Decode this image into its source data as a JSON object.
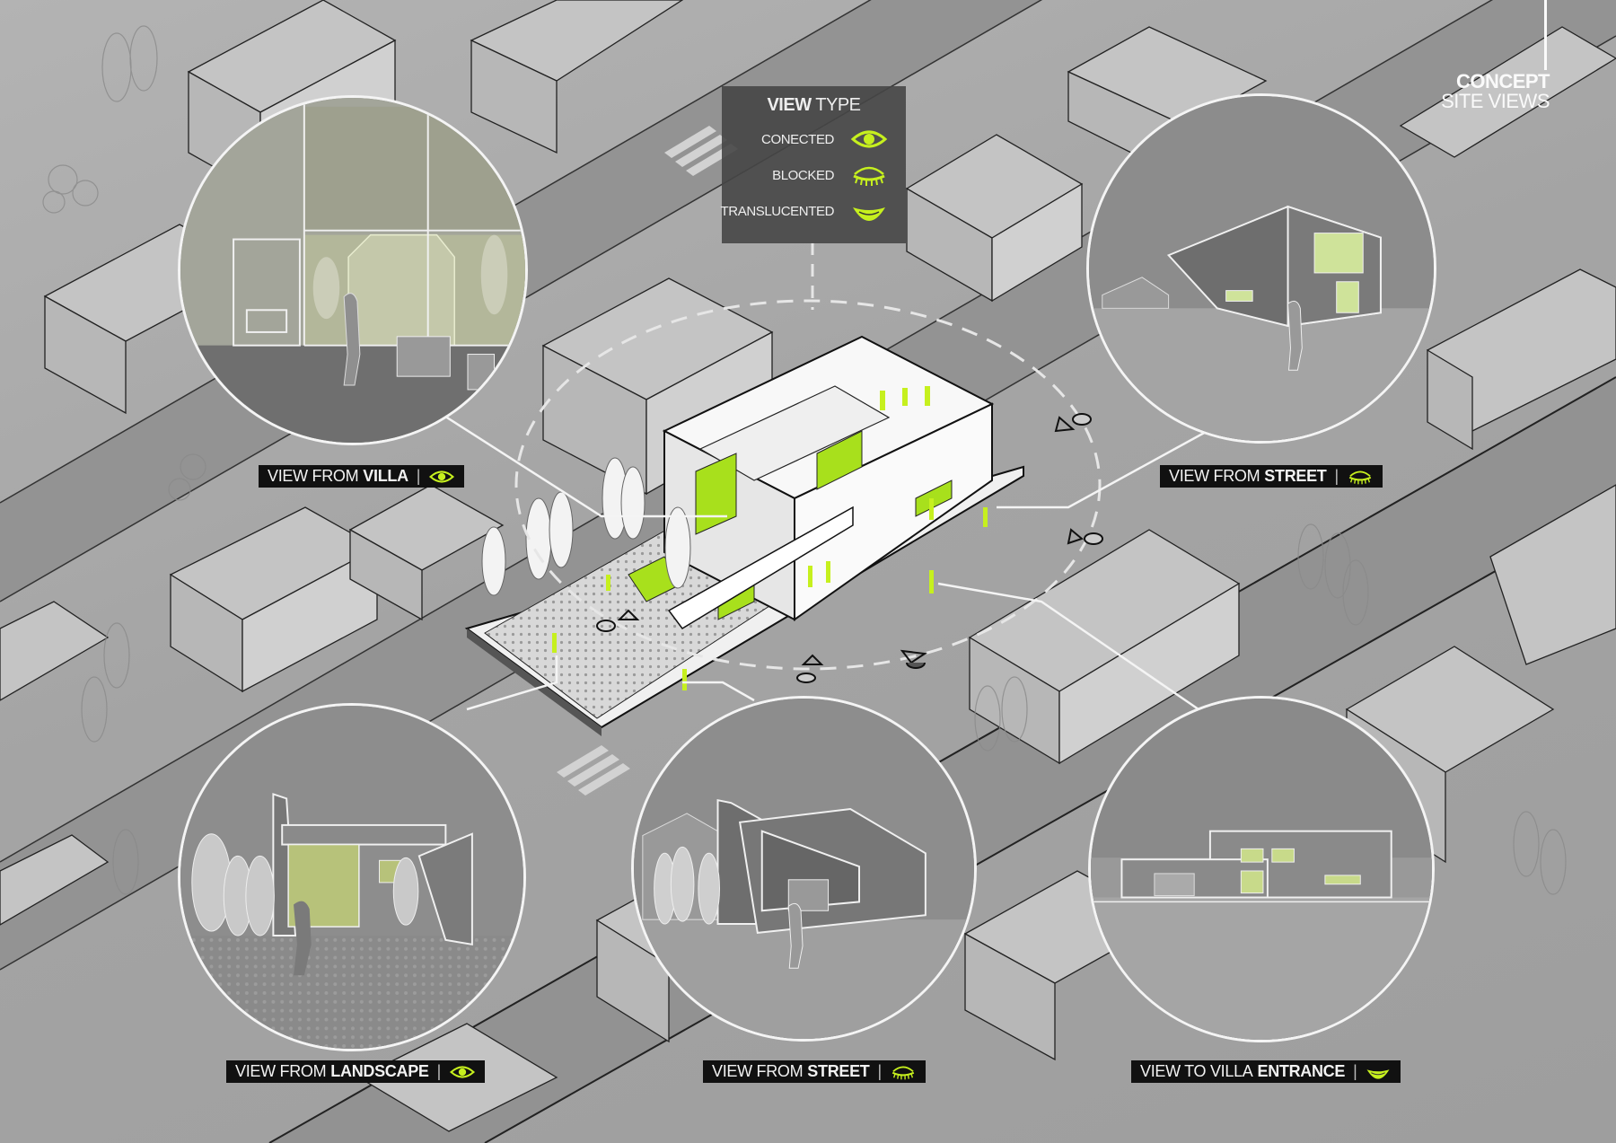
{
  "title_block": {
    "line1": "CONCEPT",
    "line2": "SITE VIEWS"
  },
  "legend": {
    "title_bold": "VIEW",
    "title_rest": "TYPE",
    "items": [
      {
        "label": "CONECTED",
        "icon": "eye-open-icon"
      },
      {
        "label": "BLOCKED",
        "icon": "eye-closed-icon"
      },
      {
        "label": "TRANSLUCENTED",
        "icon": "eye-half-icon"
      }
    ]
  },
  "views": [
    {
      "id": "villa",
      "prefix": "VIEW FROM",
      "bold": "VILLA",
      "view_type": "CONECTED",
      "icon": "eye-open-icon"
    },
    {
      "id": "street-top",
      "prefix": "VIEW FROM",
      "bold": "STREET",
      "view_type": "BLOCKED",
      "icon": "eye-closed-icon"
    },
    {
      "id": "landscape",
      "prefix": "VIEW FROM",
      "bold": "LANDSCAPE",
      "view_type": "CONECTED",
      "icon": "eye-open-icon"
    },
    {
      "id": "street-bottom",
      "prefix": "VIEW FROM",
      "bold": "STREET",
      "view_type": "BLOCKED",
      "icon": "eye-closed-icon"
    },
    {
      "id": "villa-entrance",
      "prefix": "VIEW TO VILLA",
      "bold": "ENTRANCE",
      "view_type": "TRANSLUCENTED",
      "icon": "eye-half-icon"
    }
  ],
  "colors": {
    "accent_green": "#c6f01e",
    "label_bg": "#111111",
    "legend_bg": "#464646",
    "circle_stroke": "#f4f4f4",
    "ground": "#a6a6a6",
    "road": "#8f8f8f"
  }
}
